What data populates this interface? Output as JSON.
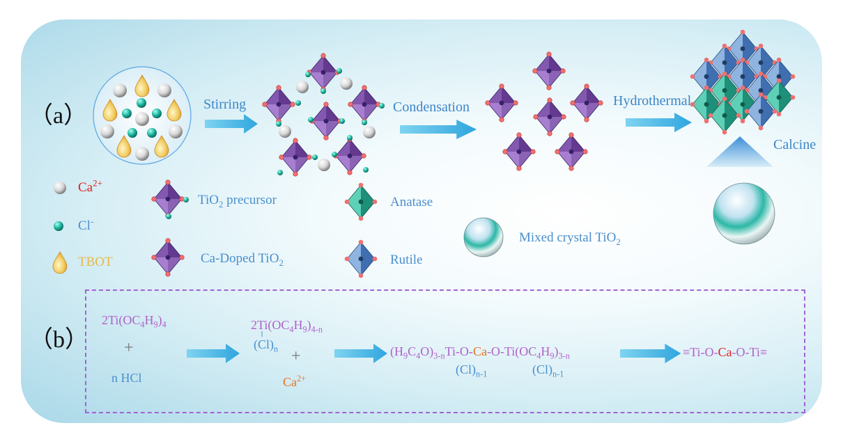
{
  "panel_labels": {
    "a": "（a）",
    "b": "（b）"
  },
  "steps": {
    "stirring": "Stirring",
    "condensation": "Condensation",
    "hydrothermal": "Hydrothermal",
    "calcine": "Calcine"
  },
  "legend": {
    "ca": {
      "base": "Ca",
      "sup": "2+"
    },
    "cl": {
      "base": "Cl",
      "sup": "-"
    },
    "tbot": "TBOT",
    "precursor": {
      "pre": "TiO",
      "sub": "2",
      "post": " precursor"
    },
    "doped": {
      "pre": "Ca-Doped TiO",
      "sub": "2"
    },
    "anatase": "Anatase",
    "rutile": "Rutile",
    "mixed": {
      "pre": "Mixed crystal TiO",
      "sub": "2"
    }
  },
  "reaction": {
    "r1": {
      "a": "2Ti(OC",
      "s1": "4",
      "b": "H",
      "s2": "9",
      "c": ")",
      "s3": "4"
    },
    "plus": "+",
    "hcl": "n HCl",
    "r2": {
      "a": "2Ti(OC",
      "s1": "4",
      "b": "H",
      "s2": "9",
      "c": ")",
      "s3": "4-n"
    },
    "cl_n": {
      "a": "(Cl)",
      "s": "n"
    },
    "ca": {
      "base": "Ca",
      "sup": "2+"
    },
    "r3": {
      "a": "(H",
      "s1": "9",
      "b": "C",
      "s2": "4",
      "c": "O)",
      "s3": "3-n",
      "d": "Ti-O-",
      "ca": "Ca",
      "e": "-O-Ti(OC",
      "s4": "4",
      "f": "H",
      "s5": "9",
      "g": ")",
      "s6": "3-n"
    },
    "cl_n1": {
      "a": "(Cl)",
      "s": "n-1"
    },
    "final": {
      "a": "≡Ti-O-",
      "ca": "Ca",
      "b": "-O-Ti≡"
    }
  },
  "colors": {
    "precursor": "#7b4fa8",
    "anatase": "#2fb79a",
    "rutile": "#4d7fbf",
    "oxygen": "#f07070",
    "chloride": "#2fc0b4",
    "arrow": "#3aaee0",
    "accent": "#a262d6"
  }
}
